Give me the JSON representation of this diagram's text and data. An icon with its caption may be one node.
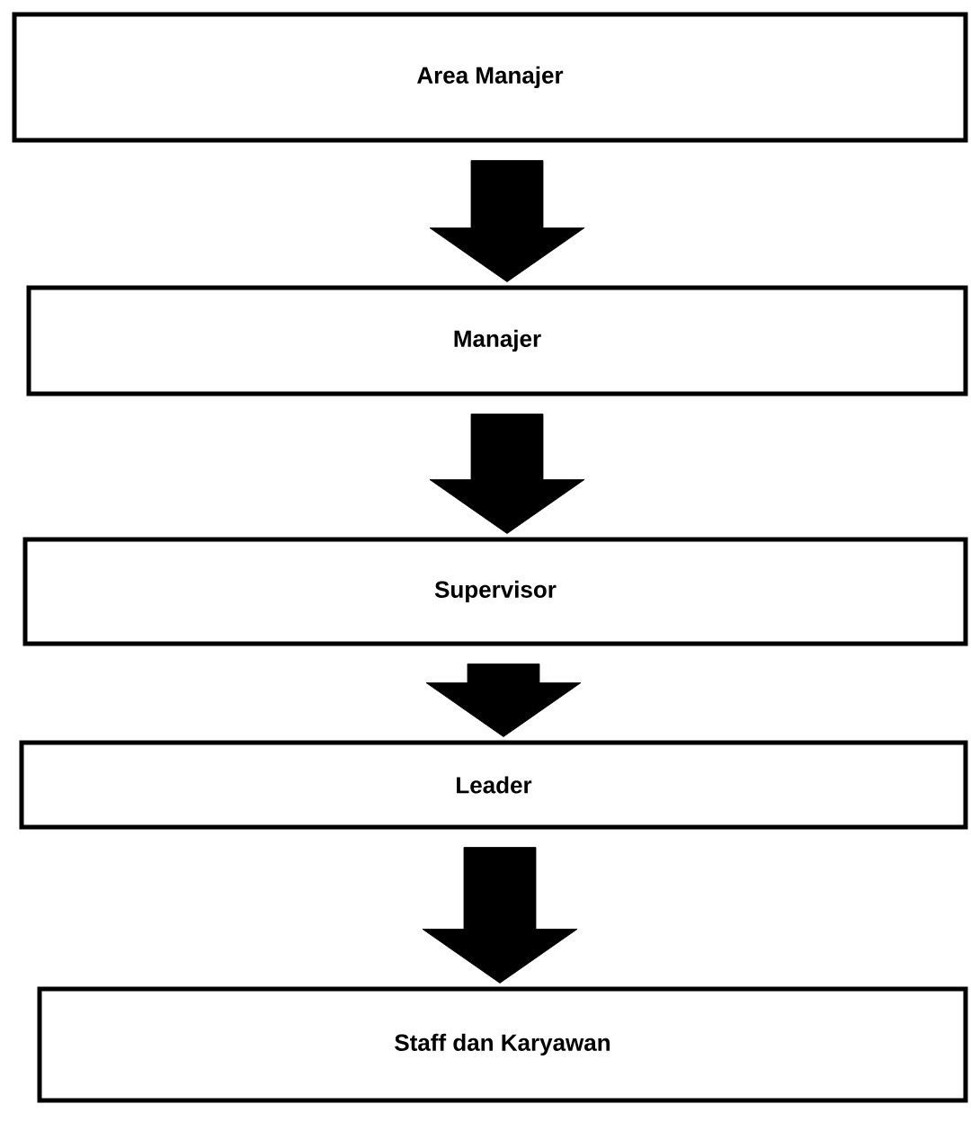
{
  "diagram": {
    "nodes": [
      {
        "text": [
          "Area Manajer"
        ]
      },
      {
        "text": [
          "Manajer"
        ]
      },
      {
        "text": [
          "Supervisor"
        ]
      },
      {
        "text": [
          "Leader"
        ]
      },
      {
        "text": [
          "Staff dan Karyawan"
        ]
      }
    ],
    "edges": [
      {
        "from": 0,
        "to": 1,
        "arrow": "to"
      },
      {
        "from": 1,
        "to": 2,
        "arrow": "to"
      },
      {
        "from": 2,
        "to": 3,
        "arrow": "to"
      },
      {
        "from": 3,
        "to": 4,
        "arrow": "to"
      }
    ]
  }
}
